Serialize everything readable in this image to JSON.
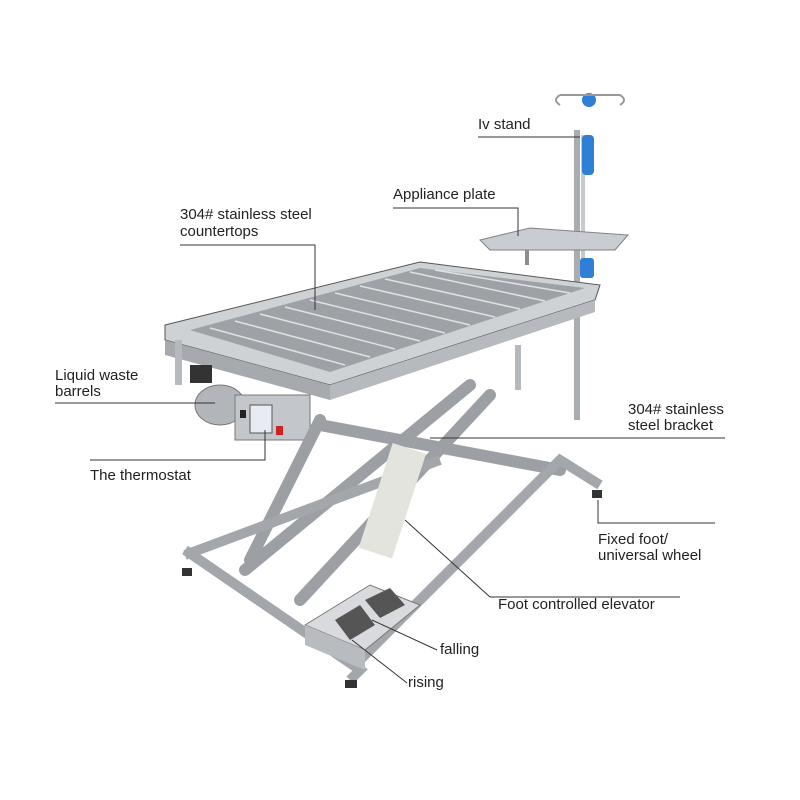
{
  "labels": {
    "iv_stand": "Iv stand",
    "appliance_plate": "Appliance plate",
    "countertops_1": "304# stainless steel",
    "countertops_2": "countertops",
    "waste_1": "Liquid waste",
    "waste_2": "barrels",
    "thermostat": "The thermostat",
    "bracket_1": "304# stainless",
    "bracket_2": "steel bracket",
    "foot_1": "Fixed foot/",
    "foot_2": "universal wheel",
    "elevator": "Foot controlled elevator",
    "falling": "falling",
    "rising": "rising"
  },
  "colors": {
    "steel": "#b9bcc0",
    "dark_steel": "#7d8186",
    "iv_blue": "#2f7fd6",
    "leader": "#333333"
  }
}
